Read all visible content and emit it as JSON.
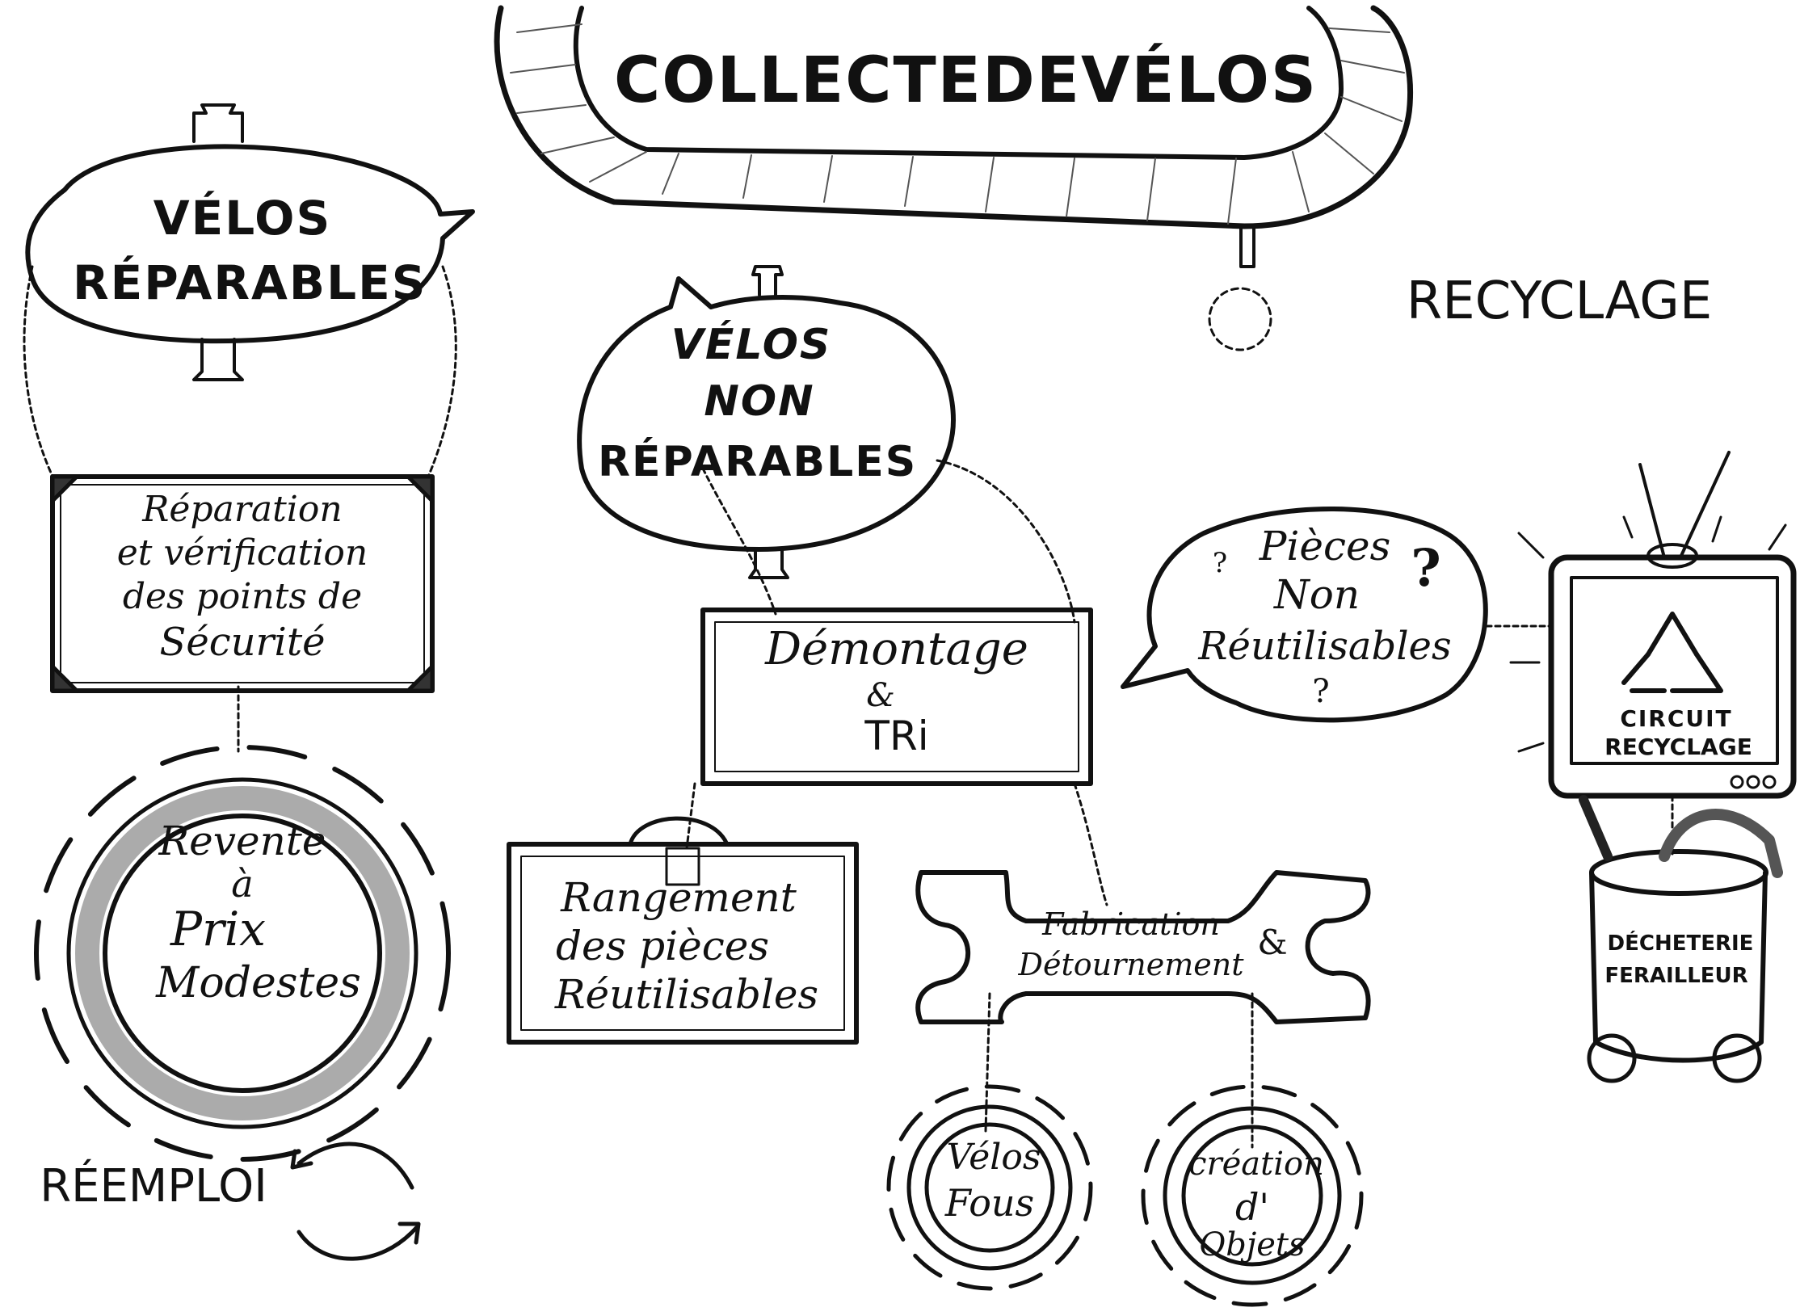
{
  "title": "COLLECTEDEVÉLOS",
  "sections": {
    "recyclage": "RECYCLAGE",
    "reemploi": "RÉEMPLOI"
  },
  "nodes": {
    "velos_reparables": {
      "line1": "VÉLOS",
      "line2": "RÉPARABLES"
    },
    "reparation": {
      "line1": "Réparation",
      "line2": "et vérification",
      "line3": "des points de",
      "line4": "Sécurité"
    },
    "revente": {
      "line1": "Revente",
      "line2": "à",
      "line3": "Prix",
      "line4": "Modestes"
    },
    "velos_non_reparables": {
      "line1": "VÉLOS",
      "line2": "NON",
      "line3": "RÉPARABLES"
    },
    "demontage": {
      "line1": "Démontage",
      "line2": "&",
      "line3": "TRi"
    },
    "rangement": {
      "line1": "Rangement",
      "line2": "des pièces",
      "line3": "Réutilisables"
    },
    "fabrication": {
      "line1": "Fabrication",
      "line2": "Détournement",
      "amp": "&"
    },
    "velos_fous": {
      "line1": "Vélos",
      "line2": "Fous"
    },
    "creation": {
      "line1": "création",
      "line2": "d'",
      "line3": "Objets"
    },
    "pieces_non": {
      "line1": "Pièces",
      "line2": "Non",
      "line3": "Réutilisables",
      "q": "?"
    },
    "circuit": {
      "line1": "CIRCUIT",
      "line2": "RECYCLAGE"
    },
    "decheterie": {
      "line1": "DÉCHETERIE",
      "line2": "FERAILLEUR"
    }
  }
}
